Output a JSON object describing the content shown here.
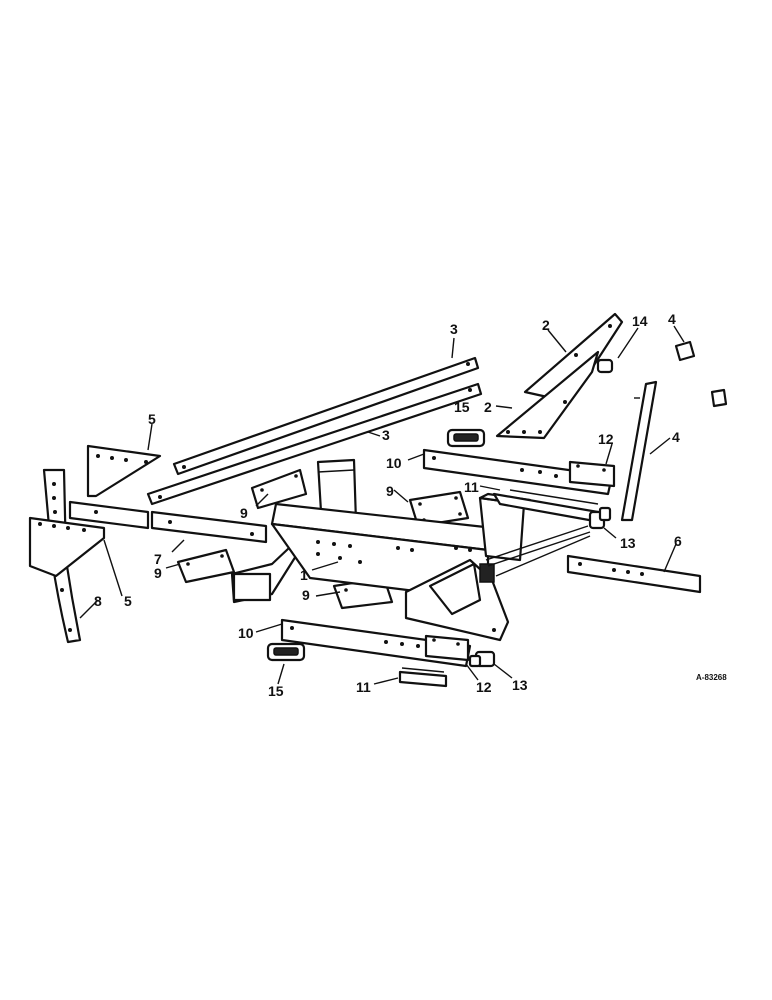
{
  "callouts": {
    "frame_center": "1",
    "gusset_upper_a": "2",
    "gusset_upper_b": "2",
    "brace_bar_a": "3",
    "brace_bar_b": "3",
    "clip_right": "4",
    "strut_right": "4",
    "plate_left_top": "5",
    "plate_left_bottom": "5",
    "bar_right": "6",
    "bar_left": "7",
    "standard_left": "8",
    "pad_a": "9",
    "pad_b": "9",
    "pad_c": "9",
    "pad_d": "9",
    "arm_upper": "10",
    "arm_lower": "10",
    "strap_upper": "11",
    "strap_lower": "11",
    "bracket_upper": "12",
    "bracket_lower": "12",
    "pin_upper": "13",
    "pin_lower": "13",
    "bushing": "14",
    "link_upper": "15",
    "link_lower": "15"
  },
  "drawing_code": "A-83268"
}
